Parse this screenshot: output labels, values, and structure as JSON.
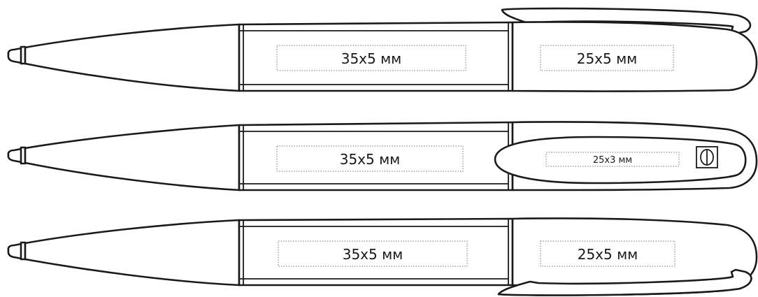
{
  "pens": [
    {
      "variant": "clip-top",
      "barrel_zone": "35x5 мм",
      "cap_zone": "25x5 мм"
    },
    {
      "variant": "clip-front",
      "barrel_zone": "35x5 мм",
      "cap_zone": "25x3 мм",
      "logo": "logo-mark-icon"
    },
    {
      "variant": "clip-bottom",
      "barrel_zone": "35x5 мм",
      "cap_zone": "25x5 мм"
    }
  ],
  "colors": {
    "outline": "#1a1a1a",
    "zone_border": "#777777",
    "background": "#ffffff"
  }
}
